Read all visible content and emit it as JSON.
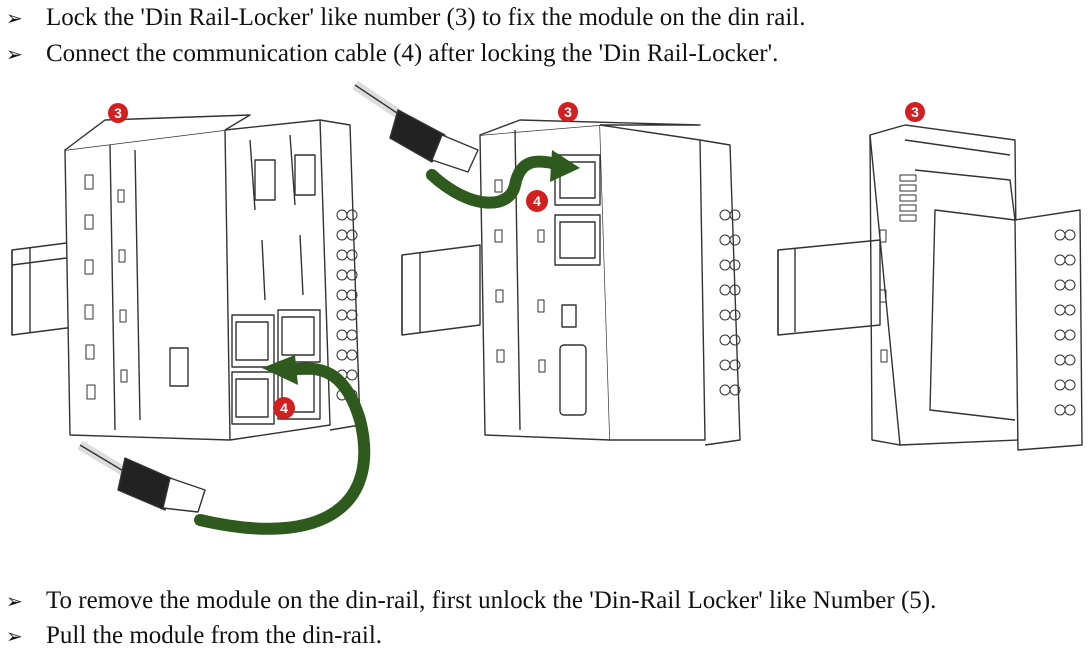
{
  "instructions_top": [
    {
      "marker": "➢",
      "text": "Lock the 'Din Rail-Locker' like number (3) to fix the module on the din rail."
    },
    {
      "marker": "➢",
      "text": "Connect the communication cable (4) after locking the 'Din Rail-Locker'."
    }
  ],
  "instructions_bottom": [
    {
      "marker": "➢",
      "text": "To remove the module on the din-rail, first unlock the 'Din-Rail Locker' like Number (5)."
    },
    {
      "marker": "➢",
      "text": "Pull the module from the din-rail."
    }
  ],
  "figure": {
    "badges": {
      "locker_1": "3",
      "cable_1": "4",
      "locker_2": "3",
      "cable_2": "4",
      "locker_3": "3"
    },
    "colors": {
      "badge": "#d21f1f",
      "arrow": "#2e5a1e",
      "line": "#333333"
    }
  }
}
